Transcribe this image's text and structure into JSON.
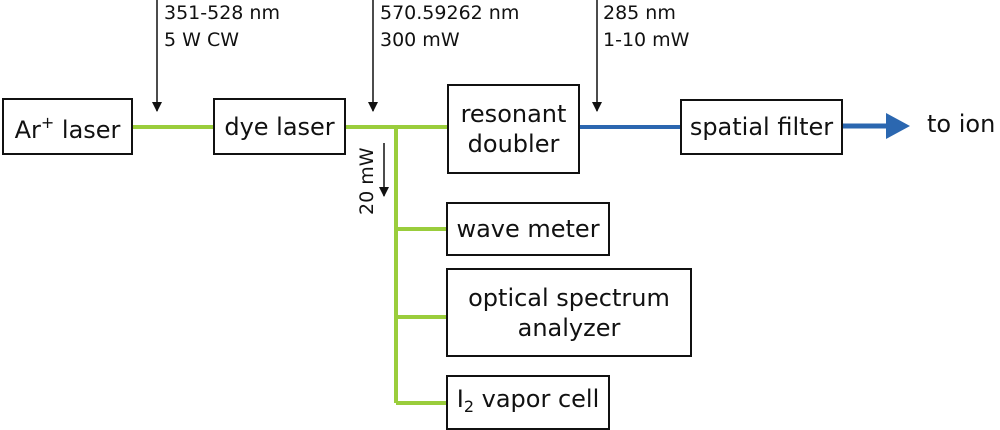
{
  "nodes": {
    "ar_laser": {
      "main": "Ar",
      "sup": "+",
      "rest": " laser"
    },
    "dye_laser": "dye laser",
    "resonant_doubler": [
      "resonant",
      "doubler"
    ],
    "spatial_filter": "spatial filter",
    "wave_meter": "wave meter",
    "optical_spectrum_analyzer": [
      "optical spectrum",
      "analyzer"
    ],
    "vapor_cell": {
      "main": "I",
      "sub": "2",
      "rest": " vapor cell"
    }
  },
  "annotations": {
    "pump": [
      "351-528 nm",
      "5 W CW"
    ],
    "dye_output": [
      "570.59262 nm",
      "300 mW"
    ],
    "uv_output": [
      "285 nm",
      "1-10 mW"
    ],
    "diagnostic_tap": "20 mW"
  },
  "output_label": "to ion",
  "colors": {
    "green_beam": "#9acd3c",
    "uv_beam": "#2b67b0",
    "arrow": "#111111",
    "box_border": "#111111"
  }
}
